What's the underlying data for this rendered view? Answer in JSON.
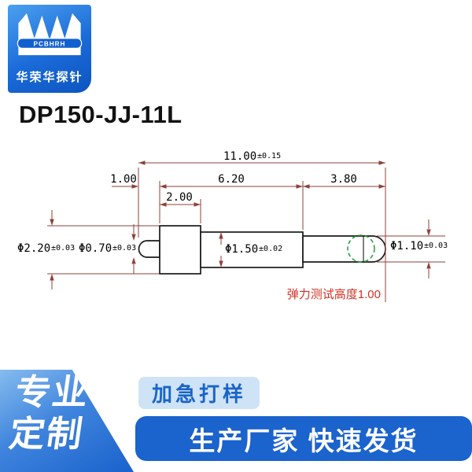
{
  "logo": {
    "brand": "PCBHRH",
    "company": "华荣华探针"
  },
  "title": "DP150-JJ-11L",
  "drawing": {
    "dims": {
      "total": "11.00",
      "total_tol": "±0.15",
      "tip_len": "1.00",
      "body_len": "6.20",
      "plunger_len": "3.80",
      "flange_len": "2.00",
      "flange_dia": "Φ2.20",
      "flange_dia_tol": "±0.03",
      "tip_dia": "Φ0.70",
      "tip_dia_tol": "±0.03",
      "barrel_dia": "Φ1.50",
      "barrel_dia_tol": "±0.02",
      "plunger_dia": "Φ1.10",
      "plunger_dia_tol": "±0.03"
    },
    "note": "弹力测试高度1.00",
    "colors": {
      "dimension_line": "#8e4238",
      "note_text": "#cf3326",
      "highlight_circle": "#2e9e3e",
      "part_outline": "#1a1a1a"
    }
  },
  "banners": {
    "corner_line1": "专业",
    "corner_line2": "定制",
    "badge": "加急打样",
    "bottom": "生产厂家 快速发货"
  },
  "colors": {
    "brand_blue": "#1b63cd",
    "badge_bg": "#cfe3f6",
    "badge_text": "#1a64c8"
  }
}
